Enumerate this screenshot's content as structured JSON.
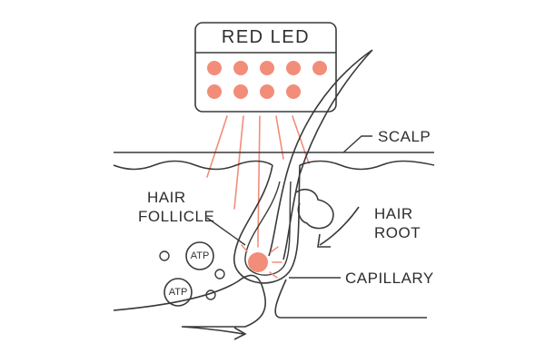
{
  "led_panel": {
    "title": "RED LED",
    "dot_color": "#f28d7a",
    "rows": 2,
    "dots_per_row": [
      5,
      4
    ]
  },
  "labels": {
    "scalp": "SCALP",
    "hair_follicle": [
      "HAIR",
      "FOLLICLE"
    ],
    "hair_root": [
      "HAIR",
      "ROOT"
    ],
    "capillary": "CAPILLARY"
  },
  "atp_molecules": [
    "ATP",
    "ATP"
  ],
  "colors": {
    "line": "#3a3a3a",
    "accent": "#f28d7a"
  }
}
